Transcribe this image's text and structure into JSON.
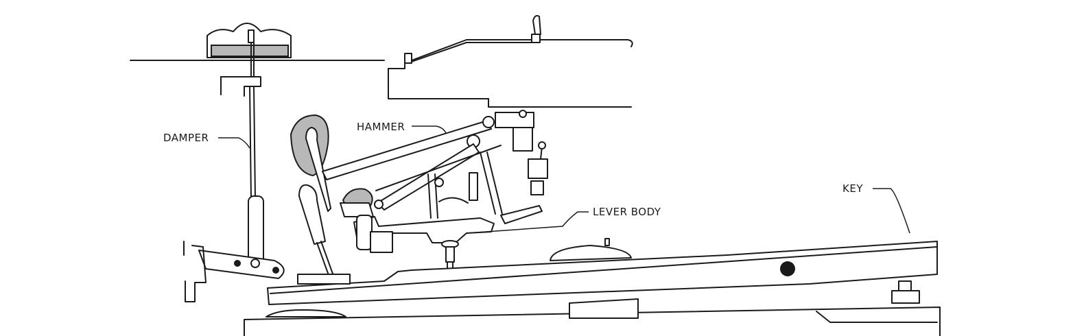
{
  "labels": {
    "damper": "DAMPER",
    "hammer": "HAMMER",
    "lever_body": "LEVER BODY",
    "key": "KEY"
  }
}
